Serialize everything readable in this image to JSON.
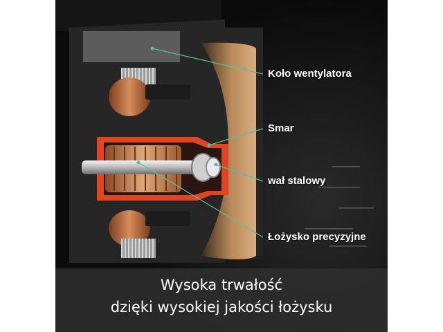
{
  "callouts": [
    {
      "id": "fan-wheel",
      "label": "Koło wentylatora"
    },
    {
      "id": "grease",
      "label": "Smar"
    },
    {
      "id": "steel-shaft",
      "label": "wał stalowy"
    },
    {
      "id": "precision-bearing",
      "label": "Łożysko precyzyjne"
    }
  ],
  "caption": {
    "line1": "Wysoka trwałość",
    "line2": "dzięki wysokiej jakości łożysku"
  },
  "colors": {
    "leader_line": "#4fc3a1",
    "bearing_housing": "#e0451f",
    "copper": "#c98552",
    "housing": "#262626",
    "background": "#0b0b0b"
  }
}
